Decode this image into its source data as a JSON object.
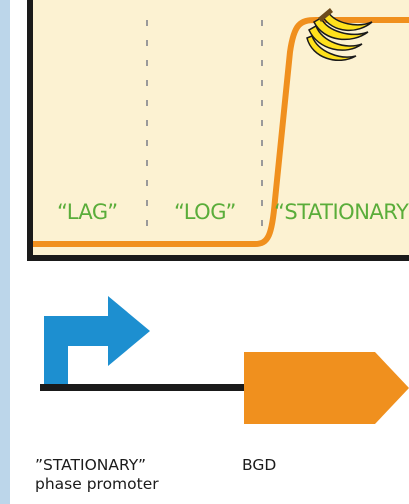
{
  "phases": {
    "lag": "“LAG”",
    "log": "“LOG”",
    "stationary": "“STATIONARY”"
  },
  "captions": {
    "promoter_line1": "”STATIONARY”",
    "promoter_line2": "phase promoter",
    "gene": "BGD"
  },
  "colors": {
    "plot_background": "#fcf2d2",
    "growth_curve": "#f0901e",
    "axis": "#1a1a1a",
    "phase_label": "#5aad3a",
    "promoter_arrow": "#1d8fd0",
    "gene_arrow": "#f0901e",
    "banana": "#ffe11c"
  },
  "icons": {
    "banana": "banana-icon"
  }
}
